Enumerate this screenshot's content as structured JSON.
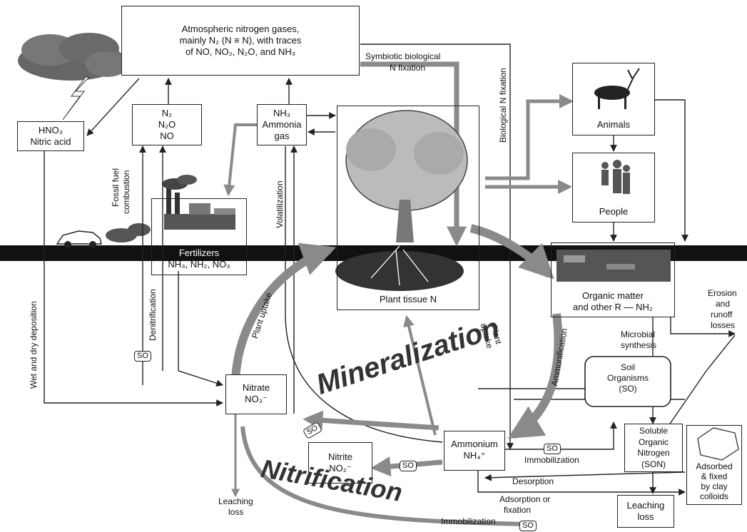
{
  "atmosphere": {
    "line1": "Atmospheric nitrogen gases,",
    "line2": "mainly N₂ (N ≡ N), with traces",
    "line3": "of NO, NO₂, N₂O, and NH₃"
  },
  "hno3": {
    "line1": "HNO₃",
    "line2": "Nitric acid"
  },
  "n2o_box": {
    "line1": "N₂",
    "line2": "N₂O",
    "line3": "NO"
  },
  "nh3_box": {
    "line1": "NH₃",
    "line2": "Ammonia",
    "line3": "gas"
  },
  "fertilizers": {
    "line1": "Fertilizers",
    "line2": "NH₃, NH₂, NO₃"
  },
  "plant_tissue": "Plant tissue N",
  "animals": "Animals",
  "people": "People",
  "organic_matter": {
    "line1": "Organic matter",
    "line2": "and other R — NH₂"
  },
  "nitrate": {
    "line1": "Nitrate",
    "line2": "NO₃⁻"
  },
  "nitrite": {
    "line1": "Nitrite",
    "line2": "NO₂⁻"
  },
  "ammonium": {
    "line1": "Ammonium",
    "line2": "NH₄⁺"
  },
  "soil_organisms": {
    "line1": "Soil",
    "line2": "Organisms",
    "line3": "(SO)"
  },
  "son": {
    "line1": "Soluble",
    "line2": "Organic",
    "line3": "Nitrogen",
    "line4": "(SON)"
  },
  "clay": {
    "line1": "Adsorbed",
    "line2": "& fixed",
    "line3": "by clay",
    "line4": "colloids"
  },
  "leaching_right": {
    "line1": "Leaching",
    "line2": "loss"
  },
  "labels": {
    "symbiotic": "Symbiotic biological",
    "n_fixation": "N fixation",
    "biological_n_fixation": "Biological N fixation",
    "fossil_fuel": "Fossil fuel",
    "combustion": "combustion",
    "volatilization": "Volatilization",
    "wet_dry": "Wet and dry deposition",
    "denitrification": "Denitrification",
    "plant_uptake_left": "Plant uptake",
    "plant_uptake_center_1": "Plant",
    "plant_uptake_center_2": "uptake",
    "ammonification": "Ammonification",
    "microbial_1": "Microbial",
    "microbial_2": "synthesis",
    "erosion_1": "Erosion",
    "erosion_2": "and",
    "erosion_3": "runoff",
    "erosion_4": "losses",
    "leaching_left_1": "Leaching",
    "leaching_left_2": "loss",
    "immobilization_mid": "Immobilization",
    "desorption": "Desorption",
    "adsorption_1": "Adsorption or",
    "adsorption_2": "fixation",
    "immobilization_bottom": "Immobilization",
    "mineralization": "Mineralization",
    "nitrification": "Nitrification",
    "so": "SO"
  },
  "colors": {
    "grey_arrow": "#8a8a8a",
    "soil_band": "#111111",
    "line": "#222222"
  }
}
